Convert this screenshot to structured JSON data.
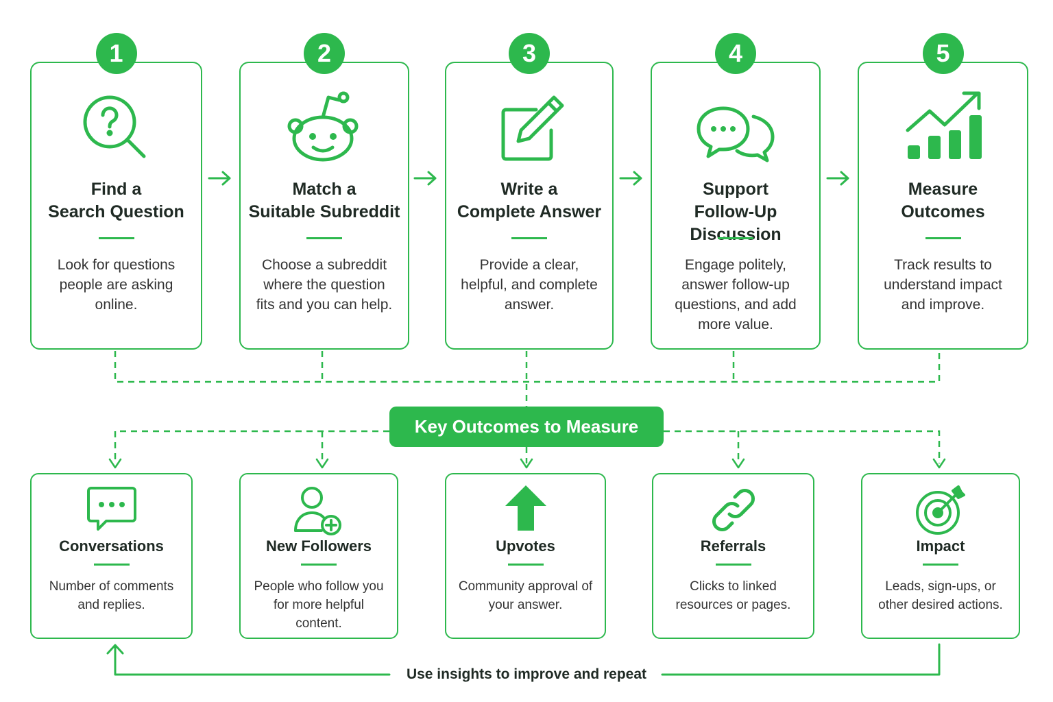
{
  "steps": [
    {
      "number": "1",
      "title_line1": "Find a",
      "title_line2": "Search Question",
      "description": "Look for questions people are asking online.",
      "icon": "search-question-icon"
    },
    {
      "number": "2",
      "title_line1": "Match a",
      "title_line2": "Suitable Subreddit",
      "description": "Choose a subreddit where the question fits and you can help.",
      "icon": "reddit-alien-icon"
    },
    {
      "number": "3",
      "title_line1": "Write a",
      "title_line2": "Complete Answer",
      "description": "Provide a clear, helpful, and complete answer.",
      "icon": "edit-pencil-icon"
    },
    {
      "number": "4",
      "title_line1": "Support",
      "title_line2": "Follow-Up Discussion",
      "description": "Engage politely, answer follow-up questions, and add more value.",
      "icon": "chat-bubbles-icon"
    },
    {
      "number": "5",
      "title_line1": "Measure",
      "title_line2": "Outcomes",
      "description": "Track results to understand impact and improve.",
      "icon": "growth-chart-icon"
    }
  ],
  "hub": {
    "label": "Key Outcomes to Measure"
  },
  "outcomes": [
    {
      "title": "Conversations",
      "description": "Number of comments and replies.",
      "icon": "comment-icon"
    },
    {
      "title": "New Followers",
      "description": "People who follow you for more helpful content.",
      "icon": "add-user-icon"
    },
    {
      "title": "Upvotes",
      "description": "Community approval of your answer.",
      "icon": "upvote-arrow-icon"
    },
    {
      "title": "Referrals",
      "description": "Clicks to linked resources or pages.",
      "icon": "link-icon"
    },
    {
      "title": "Impact",
      "description": "Leads, sign-ups, or other desired actions.",
      "icon": "target-icon"
    }
  ],
  "loop": {
    "label": "Use insights to improve and repeat"
  },
  "colors": {
    "accent": "#2db84d",
    "text": "#1f2a24",
    "background": "#ffffff"
  }
}
